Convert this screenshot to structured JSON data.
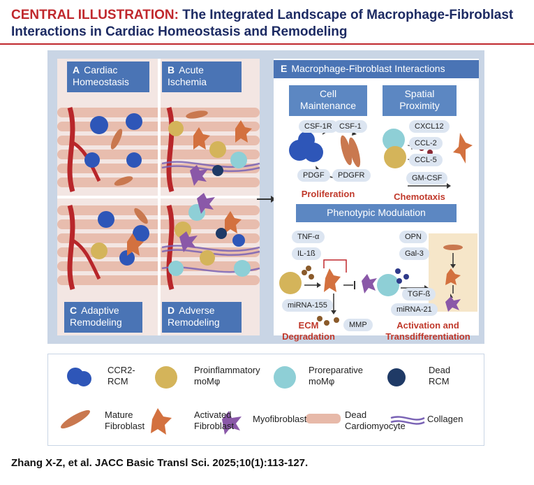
{
  "title": {
    "lead": "CENTRAL ILLUSTRATION:",
    "text": " The Integrated Landscape of Macrophage-Fibroblast Interactions in Cardiac Homeostasis and Remodeling"
  },
  "panels": {
    "a": {
      "letter": "A",
      "label": "Cardiac Homeostasis"
    },
    "b": {
      "letter": "B",
      "label": "Acute Ischemia"
    },
    "c": {
      "letter": "C",
      "label": "Adaptive Remodeling"
    },
    "d": {
      "letter": "D",
      "label": "Adverse Remodeling"
    },
    "e": {
      "letter": "E",
      "label": "Macrophage-Fibroblast Interactions"
    }
  },
  "cell_maintenance": {
    "title": "Cell Maintenance",
    "labels": [
      "CSF-1R",
      "CSF-1",
      "PDGF",
      "PDGFR"
    ],
    "outcome": "Proliferation"
  },
  "spatial_proximity": {
    "title": "Spatial Proximity",
    "labels": [
      "CXCL12",
      "CCL-2",
      "CCL-5",
      "GM-CSF"
    ],
    "outcome": "Chemotaxis"
  },
  "phenotypic_modulation": {
    "title": "Phenotypic Modulation",
    "left_labels": [
      "TNF-α",
      "IL-1ß",
      "miRNA-155",
      "MMP"
    ],
    "left_outcome": "ECM Degradation",
    "right_labels": [
      "OPN",
      "Gal-3",
      "TGF-ß",
      "miRNA-21"
    ],
    "right_outcome": "Activation and Transdifferentiation"
  },
  "legend": [
    {
      "name": "CCR2- RCM"
    },
    {
      "name": "Proinflammatory moMφ"
    },
    {
      "name": "Proreparative moMφ"
    },
    {
      "name": "Dead RCM"
    },
    {
      "name": "Mature Fibroblast"
    },
    {
      "name": "Activated Fibroblast"
    },
    {
      "name": "Myofibroblast"
    },
    {
      "name": "Dead Cardiomyocyte"
    },
    {
      "name": "Collagen"
    }
  ],
  "colors": {
    "title_red": "#c0282d",
    "title_navy": "#1d2b63",
    "label_blue": "#4a74b5",
    "ccr2_rcm": "#2e56b8",
    "proinflammatory": "#d4b45a",
    "proreparative": "#8ecfd6",
    "dead_rcm": "#1f3a66",
    "fibroblast": "#c9784f",
    "activated_fibroblast": "#d3713f",
    "myofibroblast": "#8a58a8",
    "collagen": "#9aa7d6"
  },
  "citation": "Zhang X-Z, et al. JACC Basic Transl Sci. 2025;10(1):113-127."
}
